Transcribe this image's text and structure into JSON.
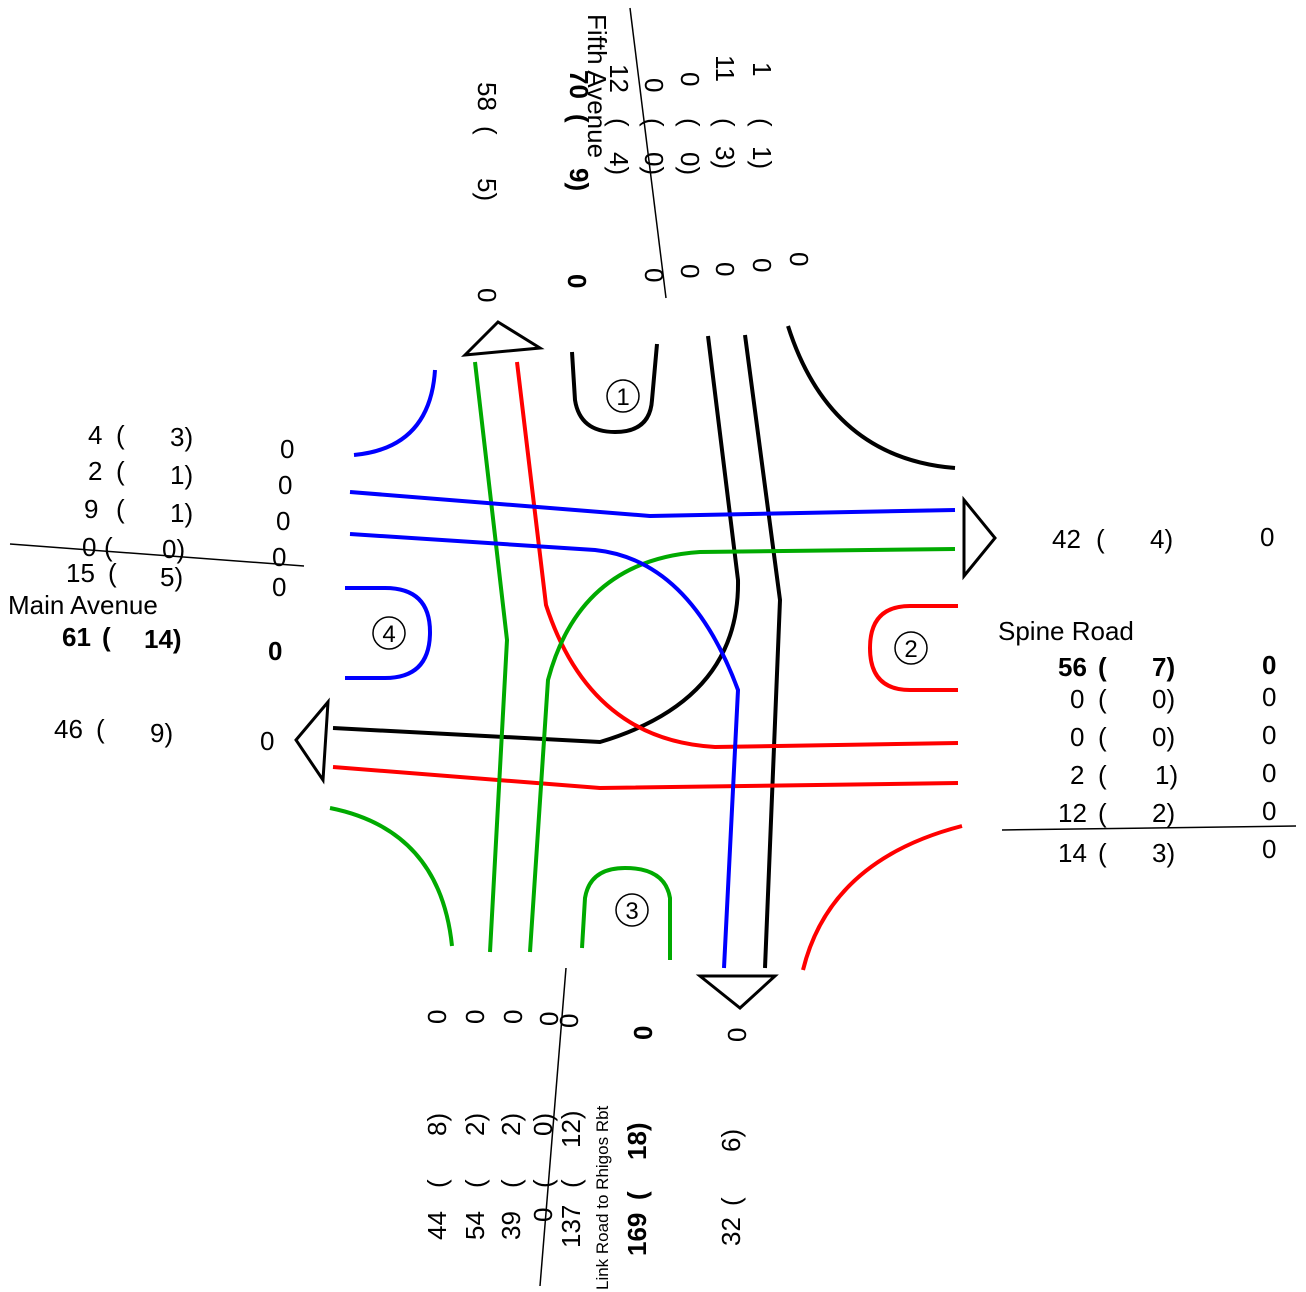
{
  "roads": {
    "north": "Fifth Avenue",
    "east": "Spine Road",
    "south": "Link Road to Rhigos Rbt",
    "west": "Main Avenue"
  },
  "arms": {
    "north": {
      "rows": [
        {
          "flow": "1",
          "hgv": "1)"
        },
        {
          "flow": "11",
          "hgv": "3)"
        },
        {
          "flow": "0",
          "hgv": "0)"
        },
        {
          "flow": "0",
          "hgv": "0)"
        },
        {
          "flow": "12",
          "hgv": "4)"
        }
      ],
      "zeros": [
        "0",
        "0",
        "0",
        "0"
      ],
      "total": {
        "flow": "70",
        "hgv": "9)",
        "zero": "0"
      },
      "exit": {
        "flow": "58",
        "hgv": "5)",
        "zero": "0"
      }
    },
    "east": {
      "exit": {
        "flow": "42",
        "hgv": "4)",
        "zero": "0"
      },
      "total": {
        "flow": "56",
        "hgv": "7)",
        "zero": "0"
      },
      "rows": [
        {
          "flow": "0",
          "hgv": "0)",
          "zero": "0"
        },
        {
          "flow": "0",
          "hgv": "0)",
          "zero": "0"
        },
        {
          "flow": "2",
          "hgv": "1)",
          "zero": "0"
        },
        {
          "flow": "12",
          "hgv": "2)",
          "zero": "0"
        },
        {
          "flow": "14",
          "hgv": "3)",
          "zero": "0"
        }
      ]
    },
    "south": {
      "rows": [
        {
          "flow": "44",
          "hgv": "8)"
        },
        {
          "flow": "54",
          "hgv": "2)"
        },
        {
          "flow": "39",
          "hgv": "2)"
        },
        {
          "flow": "0",
          "hgv": "0)"
        },
        {
          "flow": "137",
          "hgv": "12)"
        }
      ],
      "zeros": [
        "0",
        "0",
        "0",
        "0"
      ],
      "total": {
        "flow": "169",
        "hgv": "18)",
        "zero": "0"
      },
      "exit": {
        "flow": "32",
        "hgv": "6)",
        "zero": "0"
      }
    },
    "west": {
      "rows": [
        {
          "flow": "4",
          "hgv": "3)",
          "zero": "0"
        },
        {
          "flow": "2",
          "hgv": "1)",
          "zero": "0"
        },
        {
          "flow": "9",
          "hgv": "1)",
          "zero": "0"
        },
        {
          "flow": "0",
          "hgv": "0)",
          "zero": "0"
        },
        {
          "flow": "15",
          "hgv": "5)",
          "zero": "0"
        }
      ],
      "total": {
        "flow": "61",
        "hgv": "14)",
        "zero": "0"
      },
      "exit": {
        "flow": "46",
        "hgv": "9)",
        "zero": "0"
      }
    }
  },
  "arm_numbers": [
    "1",
    "2",
    "3",
    "4"
  ],
  "paren": "(",
  "colors": {
    "arm1": "#000000",
    "arm2": "#ff0000",
    "arm3": "#00aa00",
    "arm4": "#0000ff"
  }
}
